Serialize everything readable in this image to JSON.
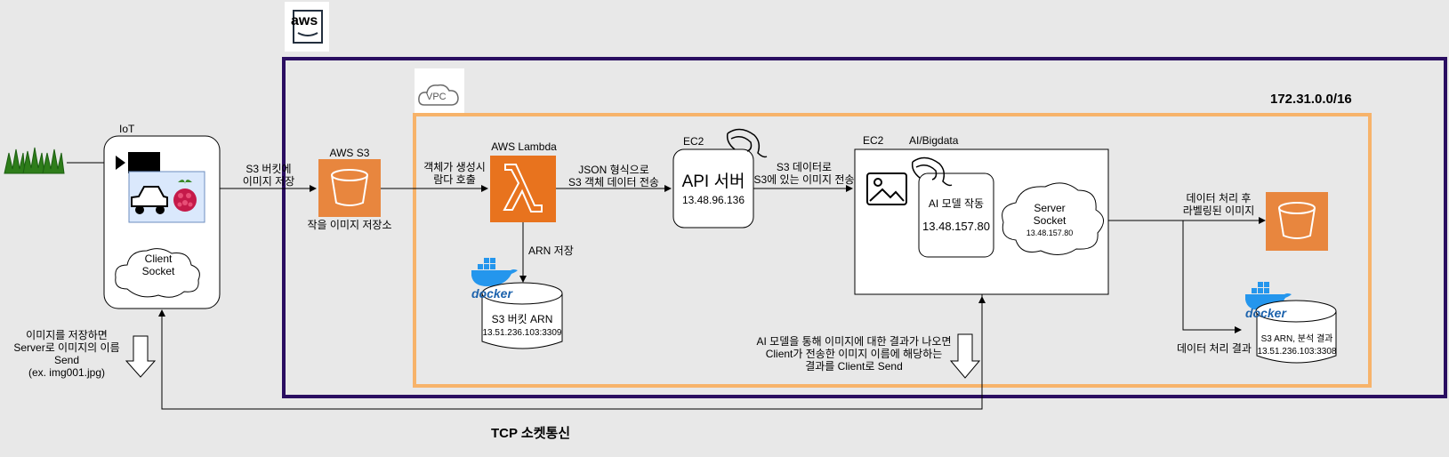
{
  "aws_logo": "aws",
  "vpc_label": "VPC",
  "cidr": "172.31.0.0/16",
  "iot": {
    "title": "IoT",
    "client_socket": "Client\nSocket",
    "send_note": "이미지를 저장하면\nServer로 이미지의 이름 Send\n(ex. img001.jpg)"
  },
  "s3_upload_label": "S3 버킷에\n이미지 저장",
  "s3": {
    "title": "AWS S3",
    "caption": "작을 이미지 저장소"
  },
  "trigger_label": "객체가 생성시\n람다 호출",
  "lambda": {
    "title": "AWS Lambda",
    "arn_label": "ARN 저장"
  },
  "db1": {
    "title": "S3 버킷 ARN",
    "address": "13.51.236.103:3309",
    "docker": "docker"
  },
  "json_label": "JSON 형식으로\nS3 객체 데이터 전송",
  "ec2_api": {
    "label": "EC2",
    "title": "API 서버",
    "ip": "13.48.96.136"
  },
  "s3_transfer_label": "S3 데이터로\nS3에 있는 이미지 전송",
  "ec2_ai": {
    "label": "EC2",
    "group": "AI/Bigdata",
    "model_title": "AI 모델 작동",
    "model_ip": "13.48.157.80",
    "server_socket": "Server\nSocket",
    "server_ip": "13.48.157.80"
  },
  "result_note": "AI 모델을 통해 이미지에 대한 결과가 나오면\nClient가 전송한 이미지 이름에 해당하는\n결과를 Client로 Send",
  "labeled_label": "데이터 처리 후\n라벨링된 이미지",
  "db2": {
    "title": "S3 ARN, 분석 결과",
    "address": "13.51.236.103:3308",
    "docker": "docker"
  },
  "result_label": "데이터 처리 결과",
  "tcp_label": "TCP 소켓통신"
}
